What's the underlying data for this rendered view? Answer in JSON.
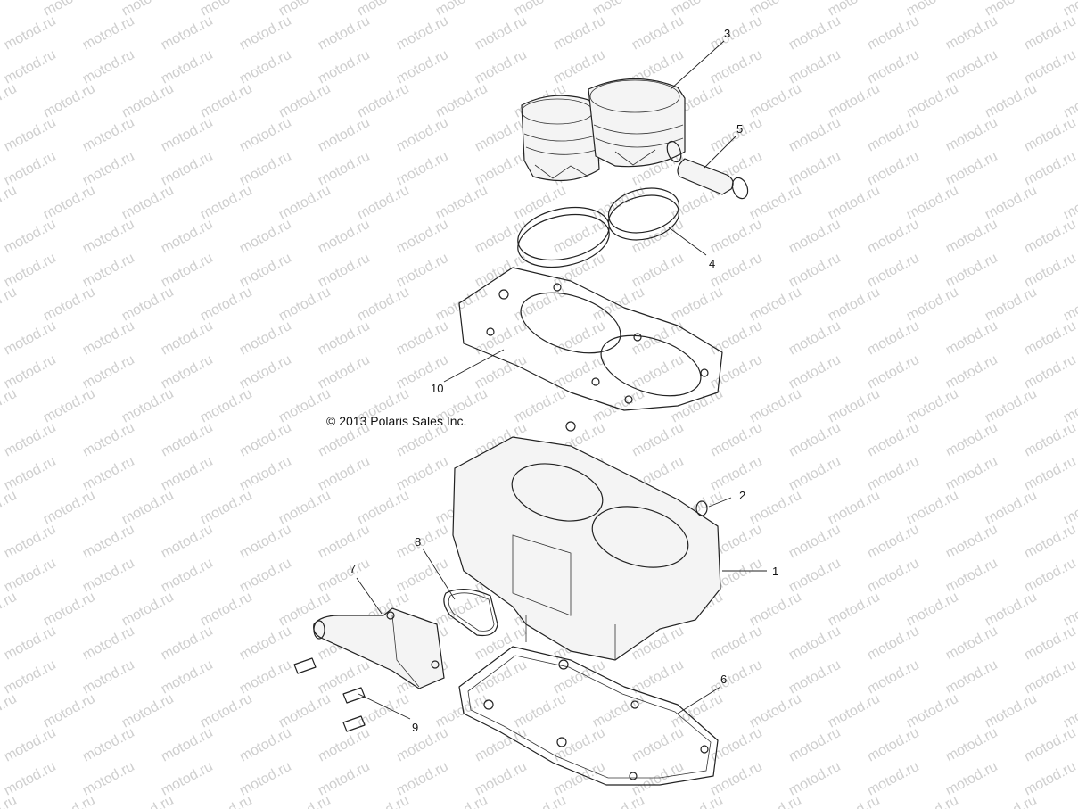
{
  "watermark": {
    "text": "motod.ru",
    "color": "#cfcfcf"
  },
  "copyright": "© 2013 Polaris Sales Inc.",
  "callouts": [
    {
      "number": "1",
      "part": "cylinder"
    },
    {
      "number": "2",
      "part": "dowel-pin"
    },
    {
      "number": "3",
      "part": "piston"
    },
    {
      "number": "4",
      "part": "piston-rings"
    },
    {
      "number": "5",
      "part": "piston-pin"
    },
    {
      "number": "6",
      "part": "cylinder-base-gasket"
    },
    {
      "number": "7",
      "part": "water-outlet-elbow"
    },
    {
      "number": "8",
      "part": "o-ring-seal"
    },
    {
      "number": "9",
      "part": "screws"
    },
    {
      "number": "10",
      "part": "head-gasket"
    }
  ]
}
